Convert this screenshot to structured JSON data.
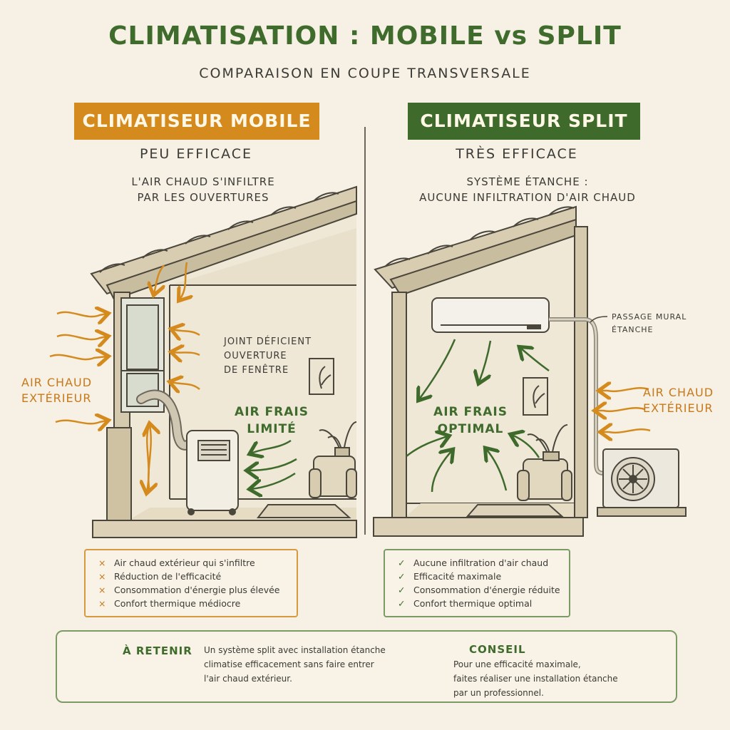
{
  "title": "CLIMATISATION : MOBILE vs SPLIT",
  "subtitle": "COMPARAISON EN COUPE TRANSVERSALE",
  "mobile": {
    "banner": "CLIMATISEUR MOBILE",
    "efficiency": "PEU EFFICACE",
    "note_line1": "L'AIR CHAUD S'INFILTRE",
    "note_line2": "PAR LES OUVERTURES",
    "label_joint_line1": "JOINT DÉFICIENT",
    "label_joint_line2": "OUVERTURE",
    "label_joint_line3": "DE FENÊTRE",
    "warm_air_line1": "AIR CHAUD",
    "warm_air_line2": "EXTÉRIEUR",
    "fresh_air_line1": "AIR FRAIS",
    "fresh_air_line2": "LIMITÉ",
    "cons": [
      "Air chaud extérieur qui s'infiltre",
      "Réduction de l'efficacité",
      "Consommation d'énergie plus élevée",
      "Confort thermique médiocre"
    ],
    "cons_marker": "×"
  },
  "split": {
    "banner": "CLIMATISEUR SPLIT",
    "efficiency": "TRÈS EFFICACE",
    "note_line1": "SYSTÈME ÉTANCHE :",
    "note_line2": "AUCUNE INFILTRATION D'AIR CHAUD",
    "label_passage_line1": "PASSAGE MURAL",
    "label_passage_line2": "ÉTANCHE",
    "warm_air_line1": "AIR CHAUD",
    "warm_air_line2": "EXTÉRIEUR",
    "fresh_air_line1": "AIR FRAIS",
    "fresh_air_line2": "OPTIMAL",
    "pros": [
      "Aucune infiltration d'air chaud",
      "Efficacité maximale",
      "Consommation d'énergie réduite",
      "Confort thermique optimal"
    ],
    "pros_marker": "✓"
  },
  "bottom": {
    "retain_heading": "À RETENIR",
    "retain_line1": "Un système split avec installation étanche",
    "retain_line2": "climatise efficacement sans faire entrer",
    "retain_line3": "l'air chaud extérieur.",
    "advice_heading": "CONSEIL",
    "advice_line1": "Pour une efficacité maximale,",
    "advice_line2": "faites réaliser une installation étanche",
    "advice_line3": "par un professionnel."
  },
  "colors": {
    "orange": "#d58a1e",
    "green": "#3e6a2c",
    "background": "#f6f1e4"
  },
  "icons": [
    "leaf-icon",
    "lightbulb-icon",
    "portable-ac-icon",
    "split-indoor-unit-icon",
    "outdoor-unit-icon",
    "armchair-icon",
    "plant-icon",
    "picture-frame-icon"
  ]
}
